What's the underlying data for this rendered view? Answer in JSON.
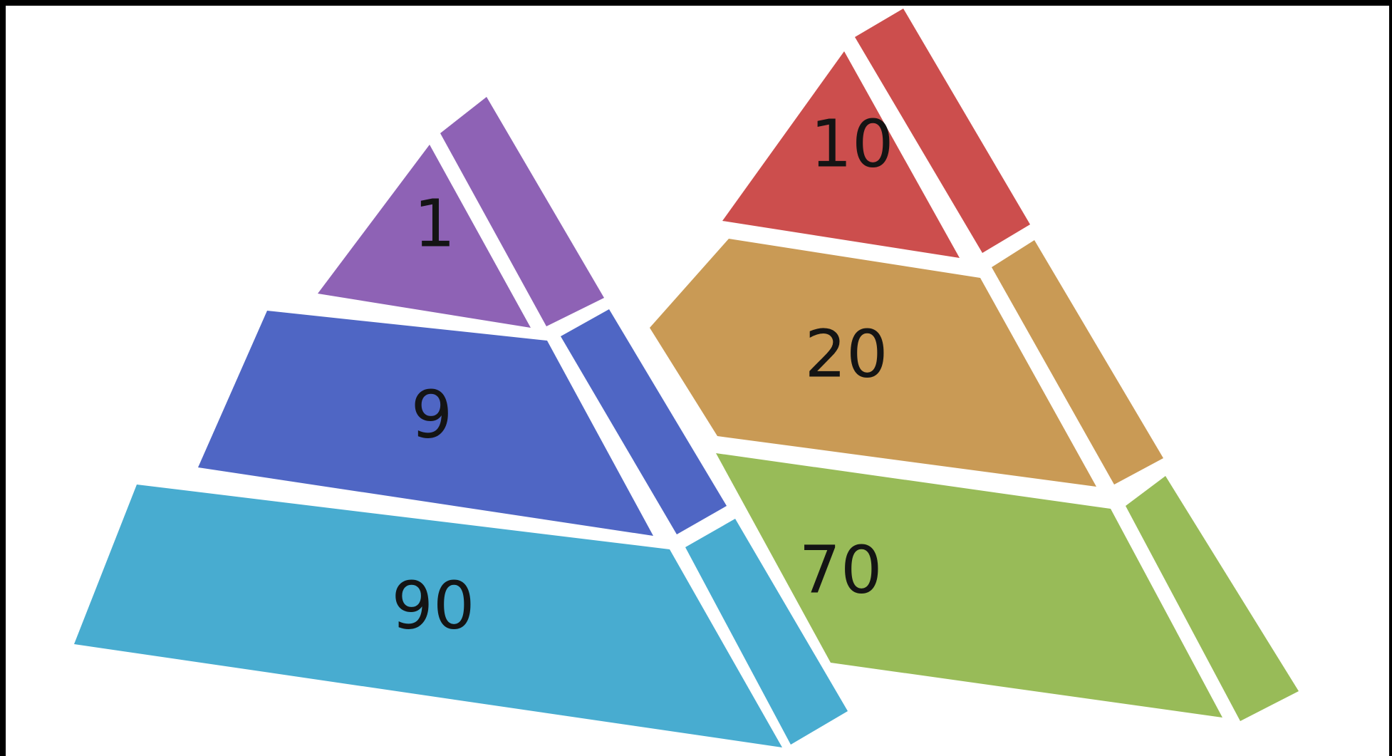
{
  "pyramids": [
    {
      "id": "left",
      "tiers": [
        {
          "label": "1",
          "color": "#8e62b5"
        },
        {
          "label": "9",
          "color": "#4f66c4"
        },
        {
          "label": "90",
          "color": "#48acd0"
        }
      ]
    },
    {
      "id": "right",
      "tiers": [
        {
          "label": "10",
          "color": "#cc4e4d"
        },
        {
          "label": "20",
          "color": "#c99a55"
        },
        {
          "label": "70",
          "color": "#98bb58"
        }
      ]
    }
  ],
  "colors": {
    "background": "#000000",
    "panel": "#ffffff",
    "separator": "#ffffff",
    "text": "#141414"
  }
}
